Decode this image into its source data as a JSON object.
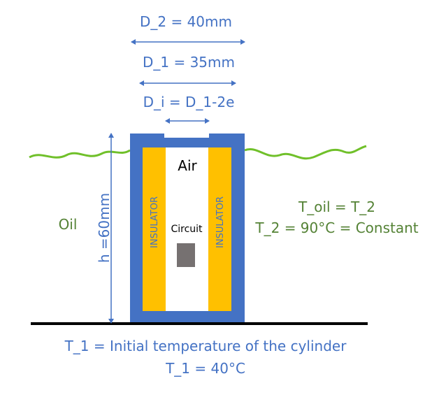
{
  "labels": {
    "d2": "D_2 = 40mm",
    "d1": "D_1 = 35mm",
    "di": "D_i = D_1-2e",
    "air": "Air",
    "circuit": "Circuit",
    "insulator_left": "INSULATOR",
    "insulator_right": "INSULATOR",
    "oil": "Oil",
    "height": "h =60mm",
    "t_oil": "T_oil = T_2",
    "t2": "T_2 = 90°C = Constant",
    "t1_desc": "T_1 = Initial temperature of the cylinder",
    "t1_value": "T_1 = 40°C"
  },
  "colors": {
    "wall": "#4472c4",
    "insulator": "#ffc000",
    "oil_line": "#70c02a",
    "circuit": "#767171",
    "dimension_blue": "#4472c4",
    "text_green": "#548235",
    "ground": "#000000",
    "background": "#ffffff"
  }
}
